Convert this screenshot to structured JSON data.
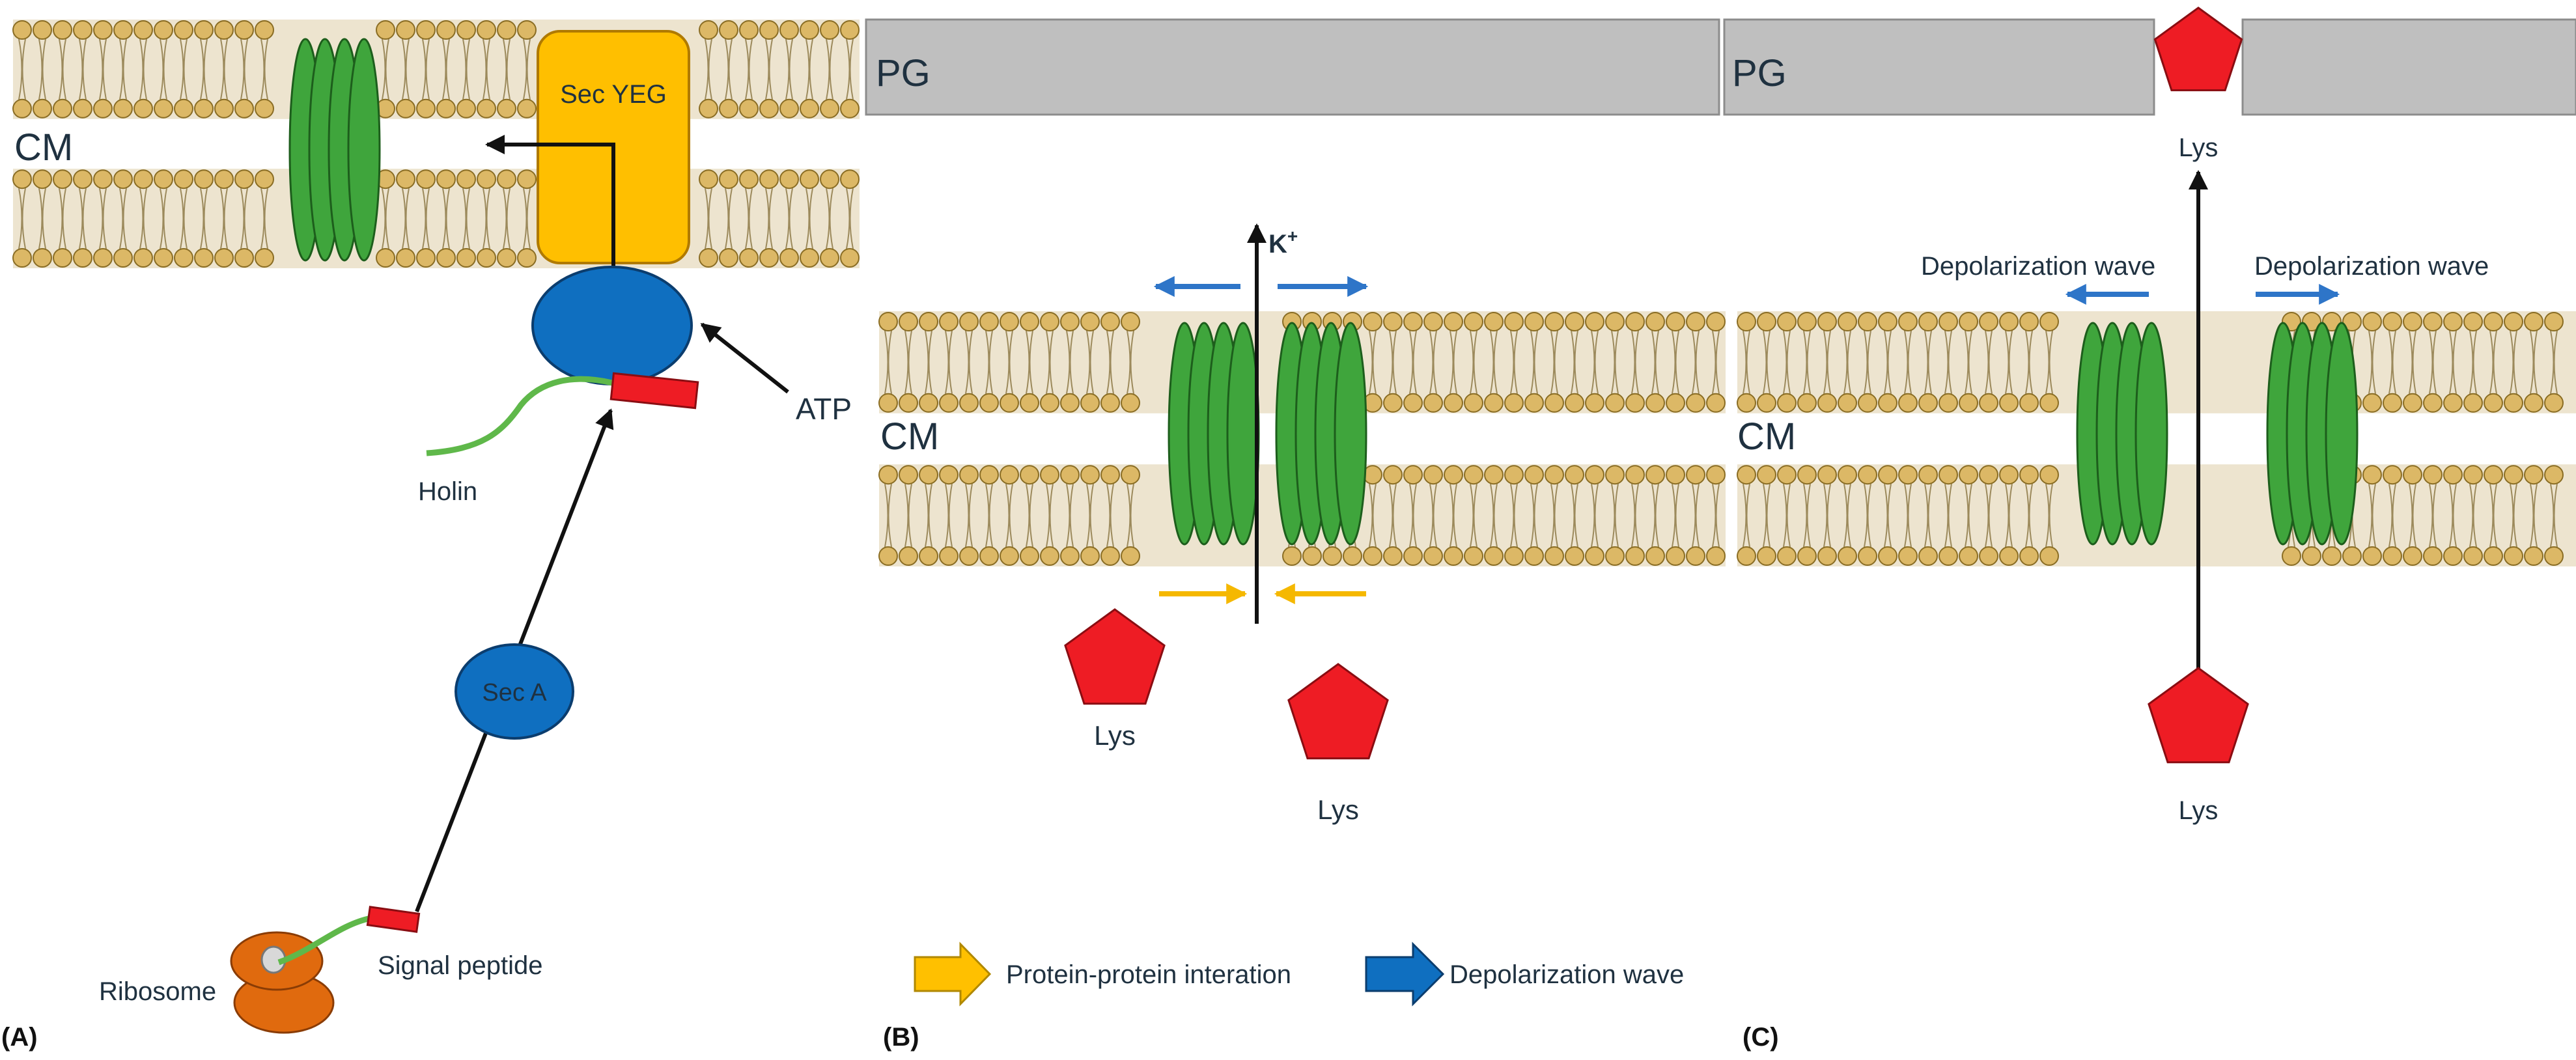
{
  "panel_a": {
    "tag": "(A)",
    "cm_label": "CM",
    "secyeg_label": "Sec YEG",
    "atp_label": "ATP",
    "holin_label": "Holin",
    "seca_label": "Sec A",
    "ribosome_label": "Ribosome",
    "signal_peptide_label": "Signal peptide"
  },
  "panel_b": {
    "tag": "(B)",
    "pg_label": "PG",
    "cm_label": "CM",
    "k_label": "K",
    "k_superscript": "+",
    "lys_left_label": "Lys",
    "lys_right_label": "Lys"
  },
  "panel_c": {
    "tag": "(C)",
    "pg_label": "PG",
    "cm_label": "CM",
    "lys_top_label": "Lys",
    "lys_bottom_label": "Lys",
    "depol_left_label": "Depolarization wave",
    "depol_right_label": "Depolarization wave"
  },
  "legend": {
    "ppi_label": "Protein-protein interation",
    "depol_label": "Depolarization wave"
  },
  "colors": {
    "membrane_band": "#ede4cf",
    "lipid_head": "#dcb866",
    "lipid_head_edge": "#8a6d24",
    "holin_green": "#3fa53c",
    "holin_edge": "#1d5e1c",
    "sec_blue": "#0f6fc0",
    "sec_blue_edge": "#0b3d6e",
    "secyeg_orange": "#ffbf00",
    "secyeg_edge": "#b07a00",
    "red": "#ee1c24",
    "arrow_blue": "#2e75c8",
    "arrow_yellow": "#f5b800",
    "pg_gray": "#bfbfbf",
    "ribosome": "#e06a0e"
  },
  "icons": {
    "lysin": "red-pentagon-icon",
    "ppi_legend": "yellow-block-arrow-icon",
    "depol_legend": "blue-block-arrow-icon"
  }
}
